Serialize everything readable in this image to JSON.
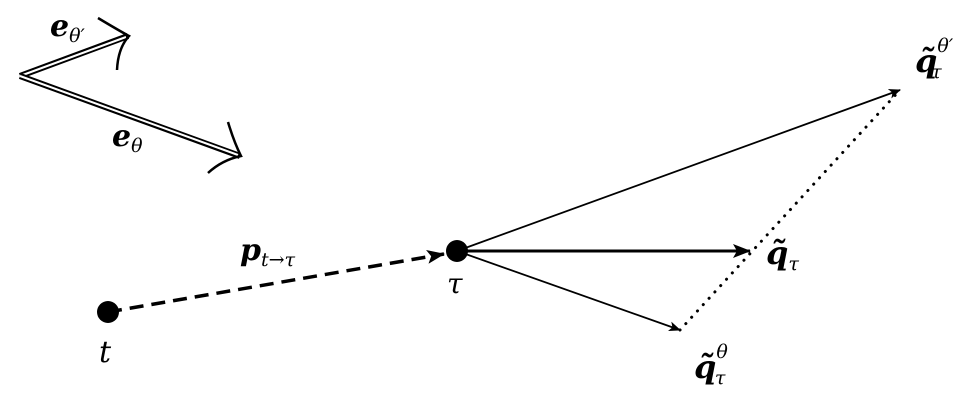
{
  "labels": {
    "e_theta_prime": {
      "base": "e",
      "sub": "θ′"
    },
    "e_theta": {
      "base": "e",
      "sub": "θ"
    },
    "p": {
      "base": "p",
      "sub": "t→τ"
    },
    "tau": "τ",
    "t": "t",
    "q_tau": {
      "base": "q̃",
      "sub": "τ"
    },
    "q_tau_theta": {
      "base": "q̃",
      "sub": "τ",
      "sup": "θ"
    },
    "q_tau_theta_prime": {
      "base": "q̃",
      "sub": "τ",
      "sup": "θ′"
    }
  },
  "colors": {
    "ink": "#000000",
    "background": "#ffffff"
  }
}
